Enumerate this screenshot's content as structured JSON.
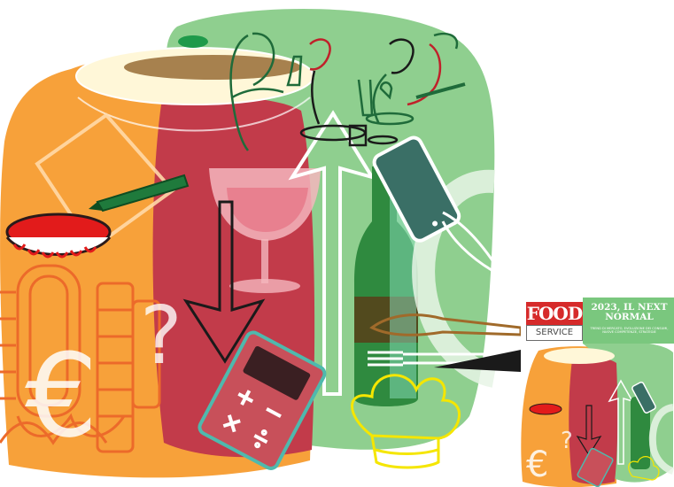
{
  "cover": {
    "brand_top": "FOOD",
    "brand_bottom": "SERVICE",
    "headline": "2023, IL NEXT NORMAL",
    "subheadline": "Trend di mercato, evoluzione dei consumi, nuove competenze, strategie"
  },
  "colors": {
    "orange": "#f7a13a",
    "red": "#c23b4a",
    "green": "#7ac77e",
    "dark_green": "#2f7d3f",
    "yellow": "#f5e600",
    "teal": "#4fb9ad",
    "brand_red": "#d62a2a"
  }
}
